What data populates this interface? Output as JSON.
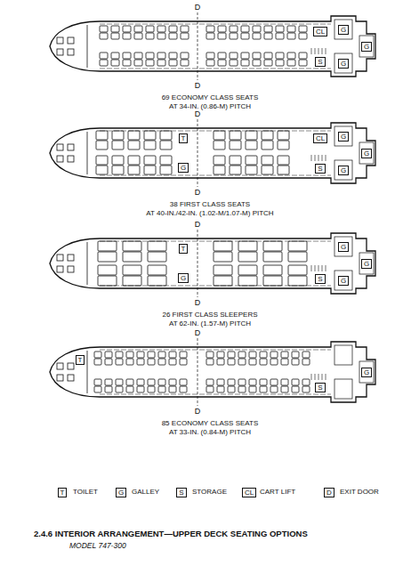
{
  "diagram": {
    "title": "2.4.6 INTERIOR ARRANGEMENT—UPPER DECK SEATING OPTIONS",
    "caption": "MODEL 747-300",
    "nodes": [
      {
        "text": [
          "CL"
        ]
      },
      {
        "text": [
          "G"
        ]
      },
      {
        "text": [
          "G"
        ]
      },
      {
        "text": [
          "G"
        ]
      },
      {
        "text": [
          "S"
        ]
      },
      {
        "text": [
          "T"
        ]
      },
      {
        "text": [
          "G"
        ]
      },
      {
        "text": [
          "CL"
        ]
      },
      {
        "text": [
          "G"
        ]
      },
      {
        "text": [
          "G"
        ]
      },
      {
        "text": [
          "G"
        ]
      },
      {
        "text": [
          "S"
        ]
      },
      {
        "text": [
          "T"
        ]
      },
      {
        "text": [
          "G"
        ]
      },
      {
        "text": [
          "G"
        ]
      },
      {
        "text": [
          "G"
        ]
      },
      {
        "text": [
          "G"
        ]
      },
      {
        "text": [
          "S"
        ]
      },
      {
        "text": [
          "T"
        ]
      },
      {
        "text": [
          "S"
        ]
      },
      {
        "text": [
          "G"
        ]
      }
    ],
    "labels": [
      "D",
      "D",
      "69 ECONOMY CLASS SEATS",
      "AT 34-IN. (0.86-M) PITCH",
      "D",
      "D",
      "38 FIRST CLASS SEATS",
      "AT 40-IN./42-IN. (1.02-M/1.07-M) PITCH",
      "D",
      "D",
      "26 FIRST CLASS SLEEPERS",
      "AT 62-IN. (1.57-M) PITCH",
      "D",
      "D",
      "85 ECONOMY CLASS SEATS",
      "AT 33-IN. (0.84-M) PITCH",
      "T",
      "G",
      "S",
      "CL",
      "D"
    ],
    "legend": [
      {
        "text": "TOILET"
      },
      {
        "text": "GALLEY"
      },
      {
        "text": "STORAGE"
      },
      {
        "text": "CART LIFT"
      },
      {
        "text": "EXIT DOOR"
      }
    ]
  }
}
